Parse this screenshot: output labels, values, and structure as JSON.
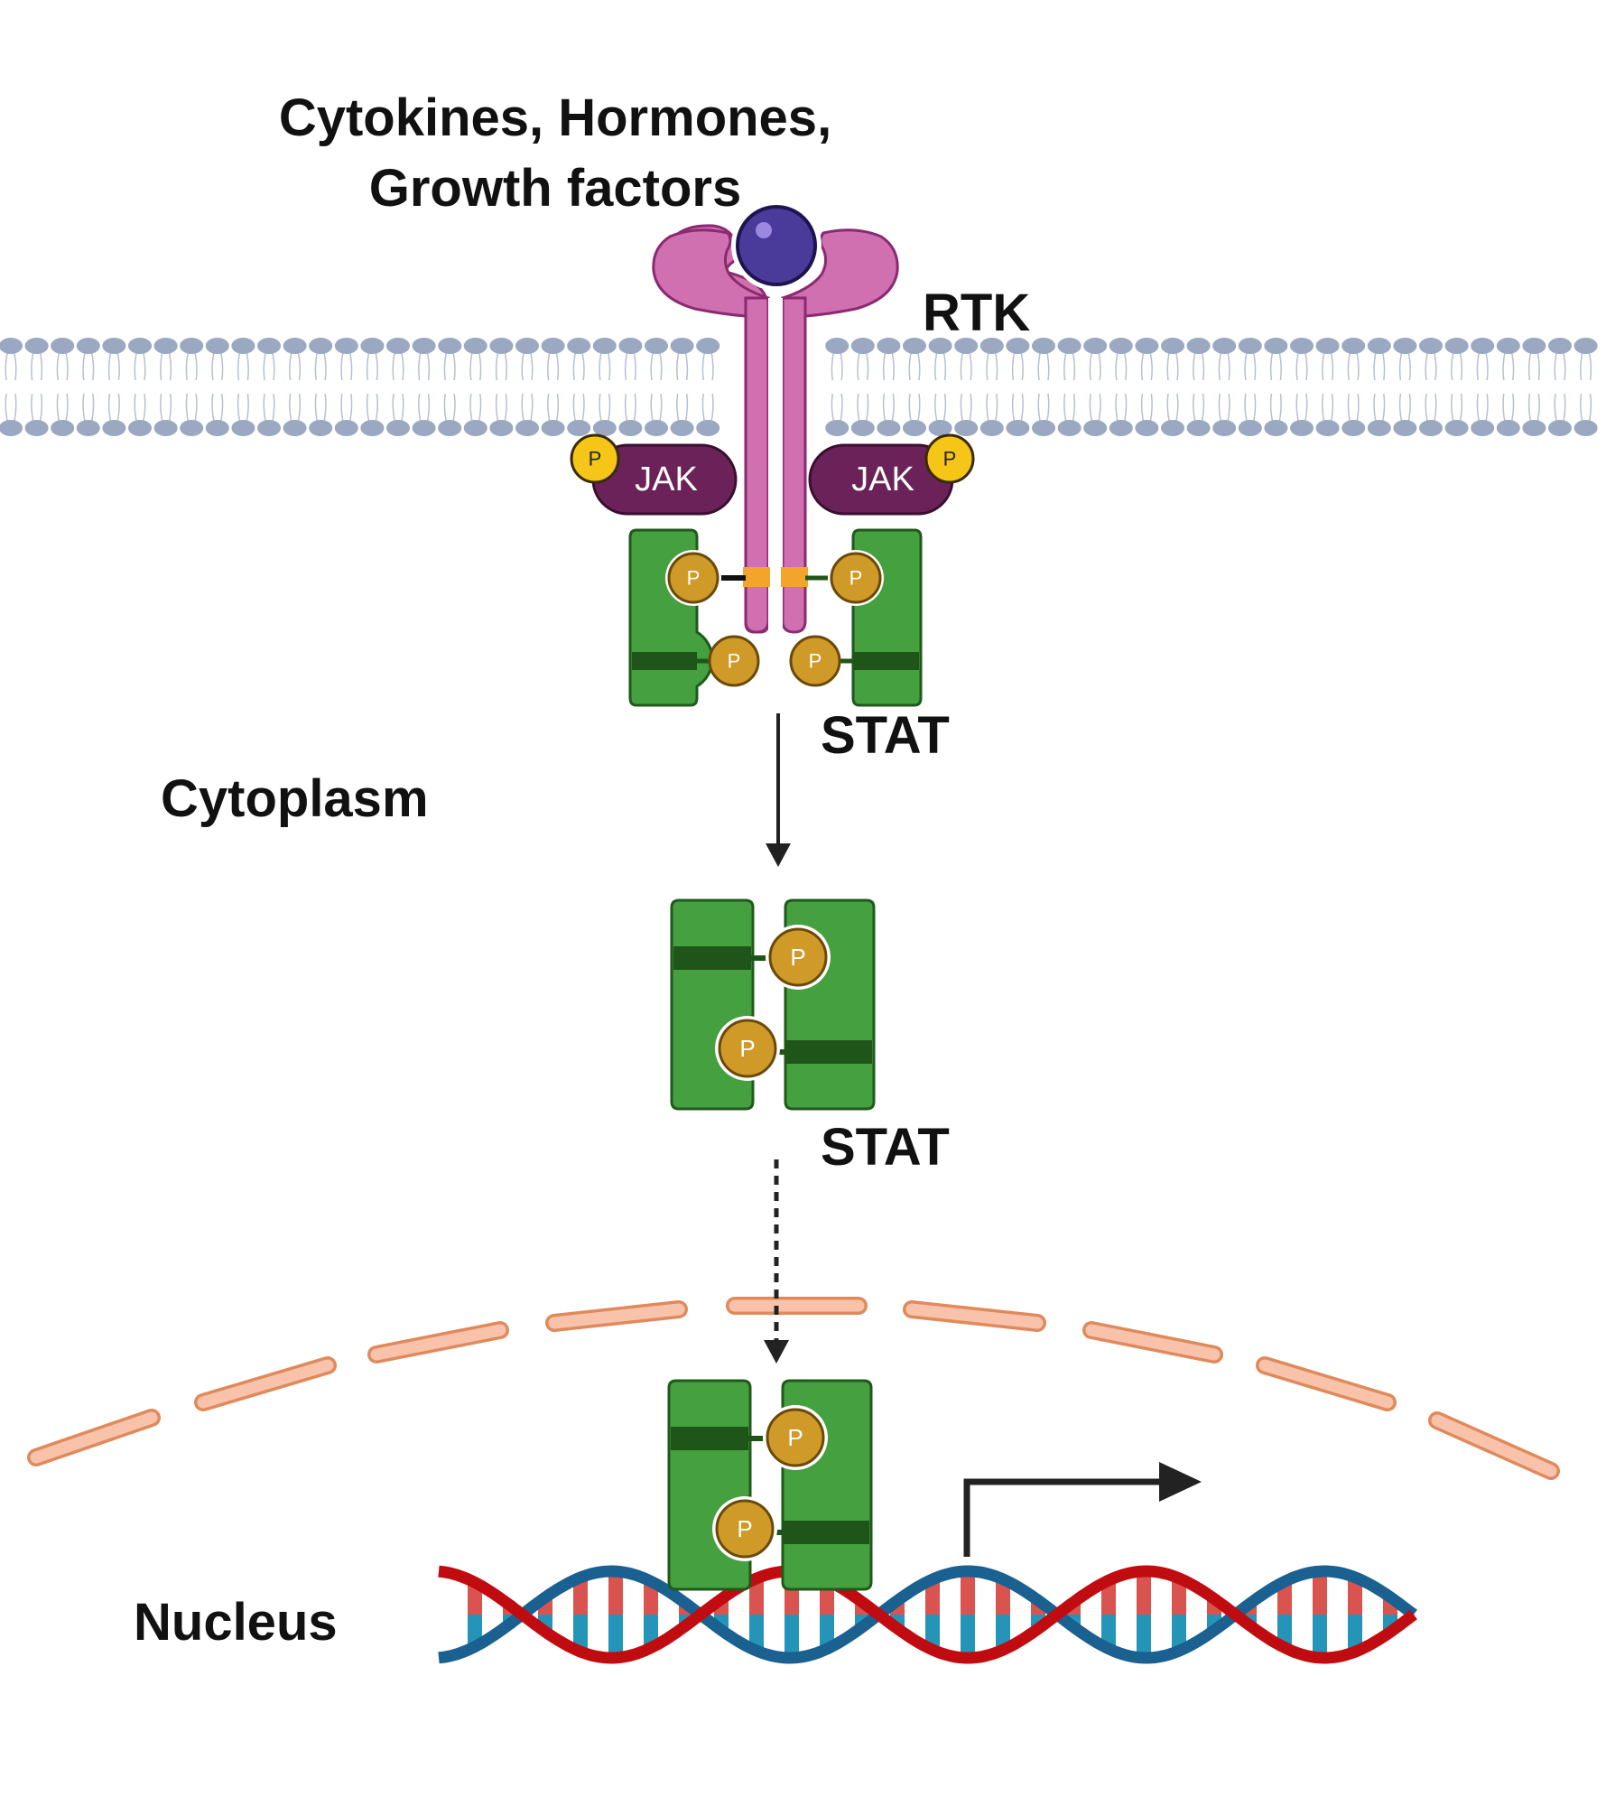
{
  "labels": {
    "ligand_line1": "Cytokines, Hormones,",
    "ligand_line2": "Growth factors",
    "receptor": "RTK",
    "jak": "JAK",
    "phospho": "P",
    "stat_membrane": "STAT",
    "stat_cytoplasm": "STAT",
    "cytoplasm": "Cytoplasm",
    "nucleus": "Nucleus"
  },
  "colors": {
    "membrane": "#9aa8c2",
    "receptor": "#d070b0",
    "ligand": "#4a3a9a",
    "jak": "#6b2258",
    "jak_phospho": "#f5c518",
    "stat": "#45a040",
    "stat_phospho": "#cf9a28",
    "nuclear_envelope": "#f7b89a",
    "dna_strand_a": "#c00c10",
    "dna_strand_b": "#1a6090",
    "arrow": "#222222"
  }
}
